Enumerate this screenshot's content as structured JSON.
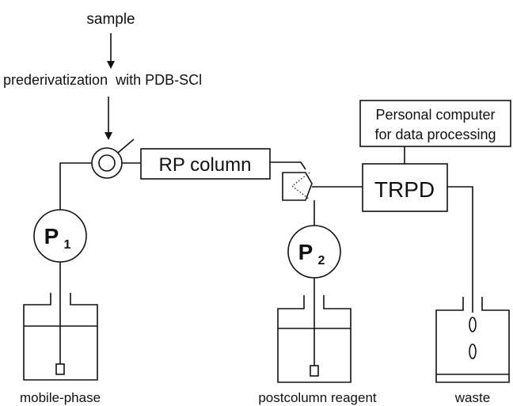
{
  "labels": {
    "sample": "sample",
    "prederivatization": "prederivatization  with PDB-SCl",
    "column": "RP column",
    "computer_line1": "Personal computer",
    "computer_line2": "for data processing",
    "detector": "TRPD",
    "pump1_letter": "P",
    "pump1_sub": "1",
    "pump2_letter": "P",
    "pump2_sub": "2",
    "mobile_phase": "mobile-phase",
    "postcolumn_reagent": "postcolumn reagent",
    "waste": "waste"
  }
}
